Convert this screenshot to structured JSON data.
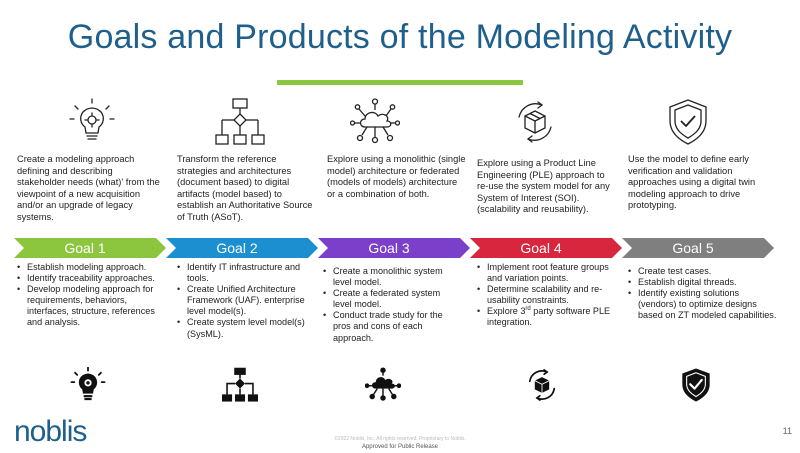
{
  "slide": {
    "title": "Goals and Products of the Modeling Activity",
    "page_number": "11",
    "copyright": "©2022 Noblis, Inc. All rights reserved. Proprietary to Noblis.",
    "release_note": "Approved for Public Release",
    "logo_text": "noblis"
  },
  "colors": {
    "title": "#1f5f8b",
    "title_bar": "#8cc63f",
    "goal1": "#8cc63f",
    "goal2": "#1b8fd0",
    "goal3": "#7b3fc9",
    "goal4": "#d7263d",
    "goal5": "#7f7f7f"
  },
  "goals": [
    {
      "label": "Goal 1",
      "top_icon": "lightbulb-gear-icon",
      "bottom_icon": "lightbulb-gear-icon",
      "description": "Create a modeling approach defining and describing stakeholder needs (what)' from the viewpoint of a new acquisition and/or an upgrade of legacy systems.",
      "bullets": [
        "Establish modeling approach.",
        "Identify traceability approaches.",
        "Develop modeling approach for requirements, behaviors, interfaces, structure, references and analysis."
      ]
    },
    {
      "label": "Goal 2",
      "top_icon": "flowchart-icon",
      "bottom_icon": "flowchart-icon",
      "description": "Transform the reference strategies and architectures (document based) to digital artifacts (model based) to establish an Authoritative Source of Truth (ASoT).",
      "bullets": [
        "Identify IT infrastructure and tools.",
        "Create Unified Architecture Framework (UAF). enterprise level model(s).",
        "Create system level model(s) (SysML)."
      ]
    },
    {
      "label": "Goal 3",
      "top_icon": "cloud-network-icon",
      "bottom_icon": "cloud-network-icon",
      "description": "Explore using a  monolithic (single model) architecture or federated (models of models)  architecture or a combination of both.",
      "bullets": [
        "Create a monolithic system level model.",
        "Create a federated system level model.",
        "Conduct trade study for the pros and cons of each approach."
      ]
    },
    {
      "label": "Goal 4",
      "top_icon": "box-cycle-icon",
      "bottom_icon": "box-cycle-icon",
      "description": "Explore using a Product Line Engineering (PLE) approach to re-use the system model for any System of Interest (SOI). (scalability and reusability).",
      "bullets": [
        "Implement root feature groups and variation points.",
        "Determine scalability and re-usability constraints."
      ],
      "bullet3_pre": "Explore 3",
      "bullet3_sup": "rd",
      "bullet3_post": " party software PLE integration."
    },
    {
      "label": "Goal 5",
      "top_icon": "shield-check-icon",
      "bottom_icon": "shield-check-icon",
      "description": "Use the model to define early verification and validation approaches using a digital twin modeling approach to drive prototyping.",
      "bullets": [
        "Create test cases.",
        "Establish digital threads.",
        "Identify existing solutions (vendors) to optimize designs based on ZT modeled capabilities."
      ]
    }
  ]
}
